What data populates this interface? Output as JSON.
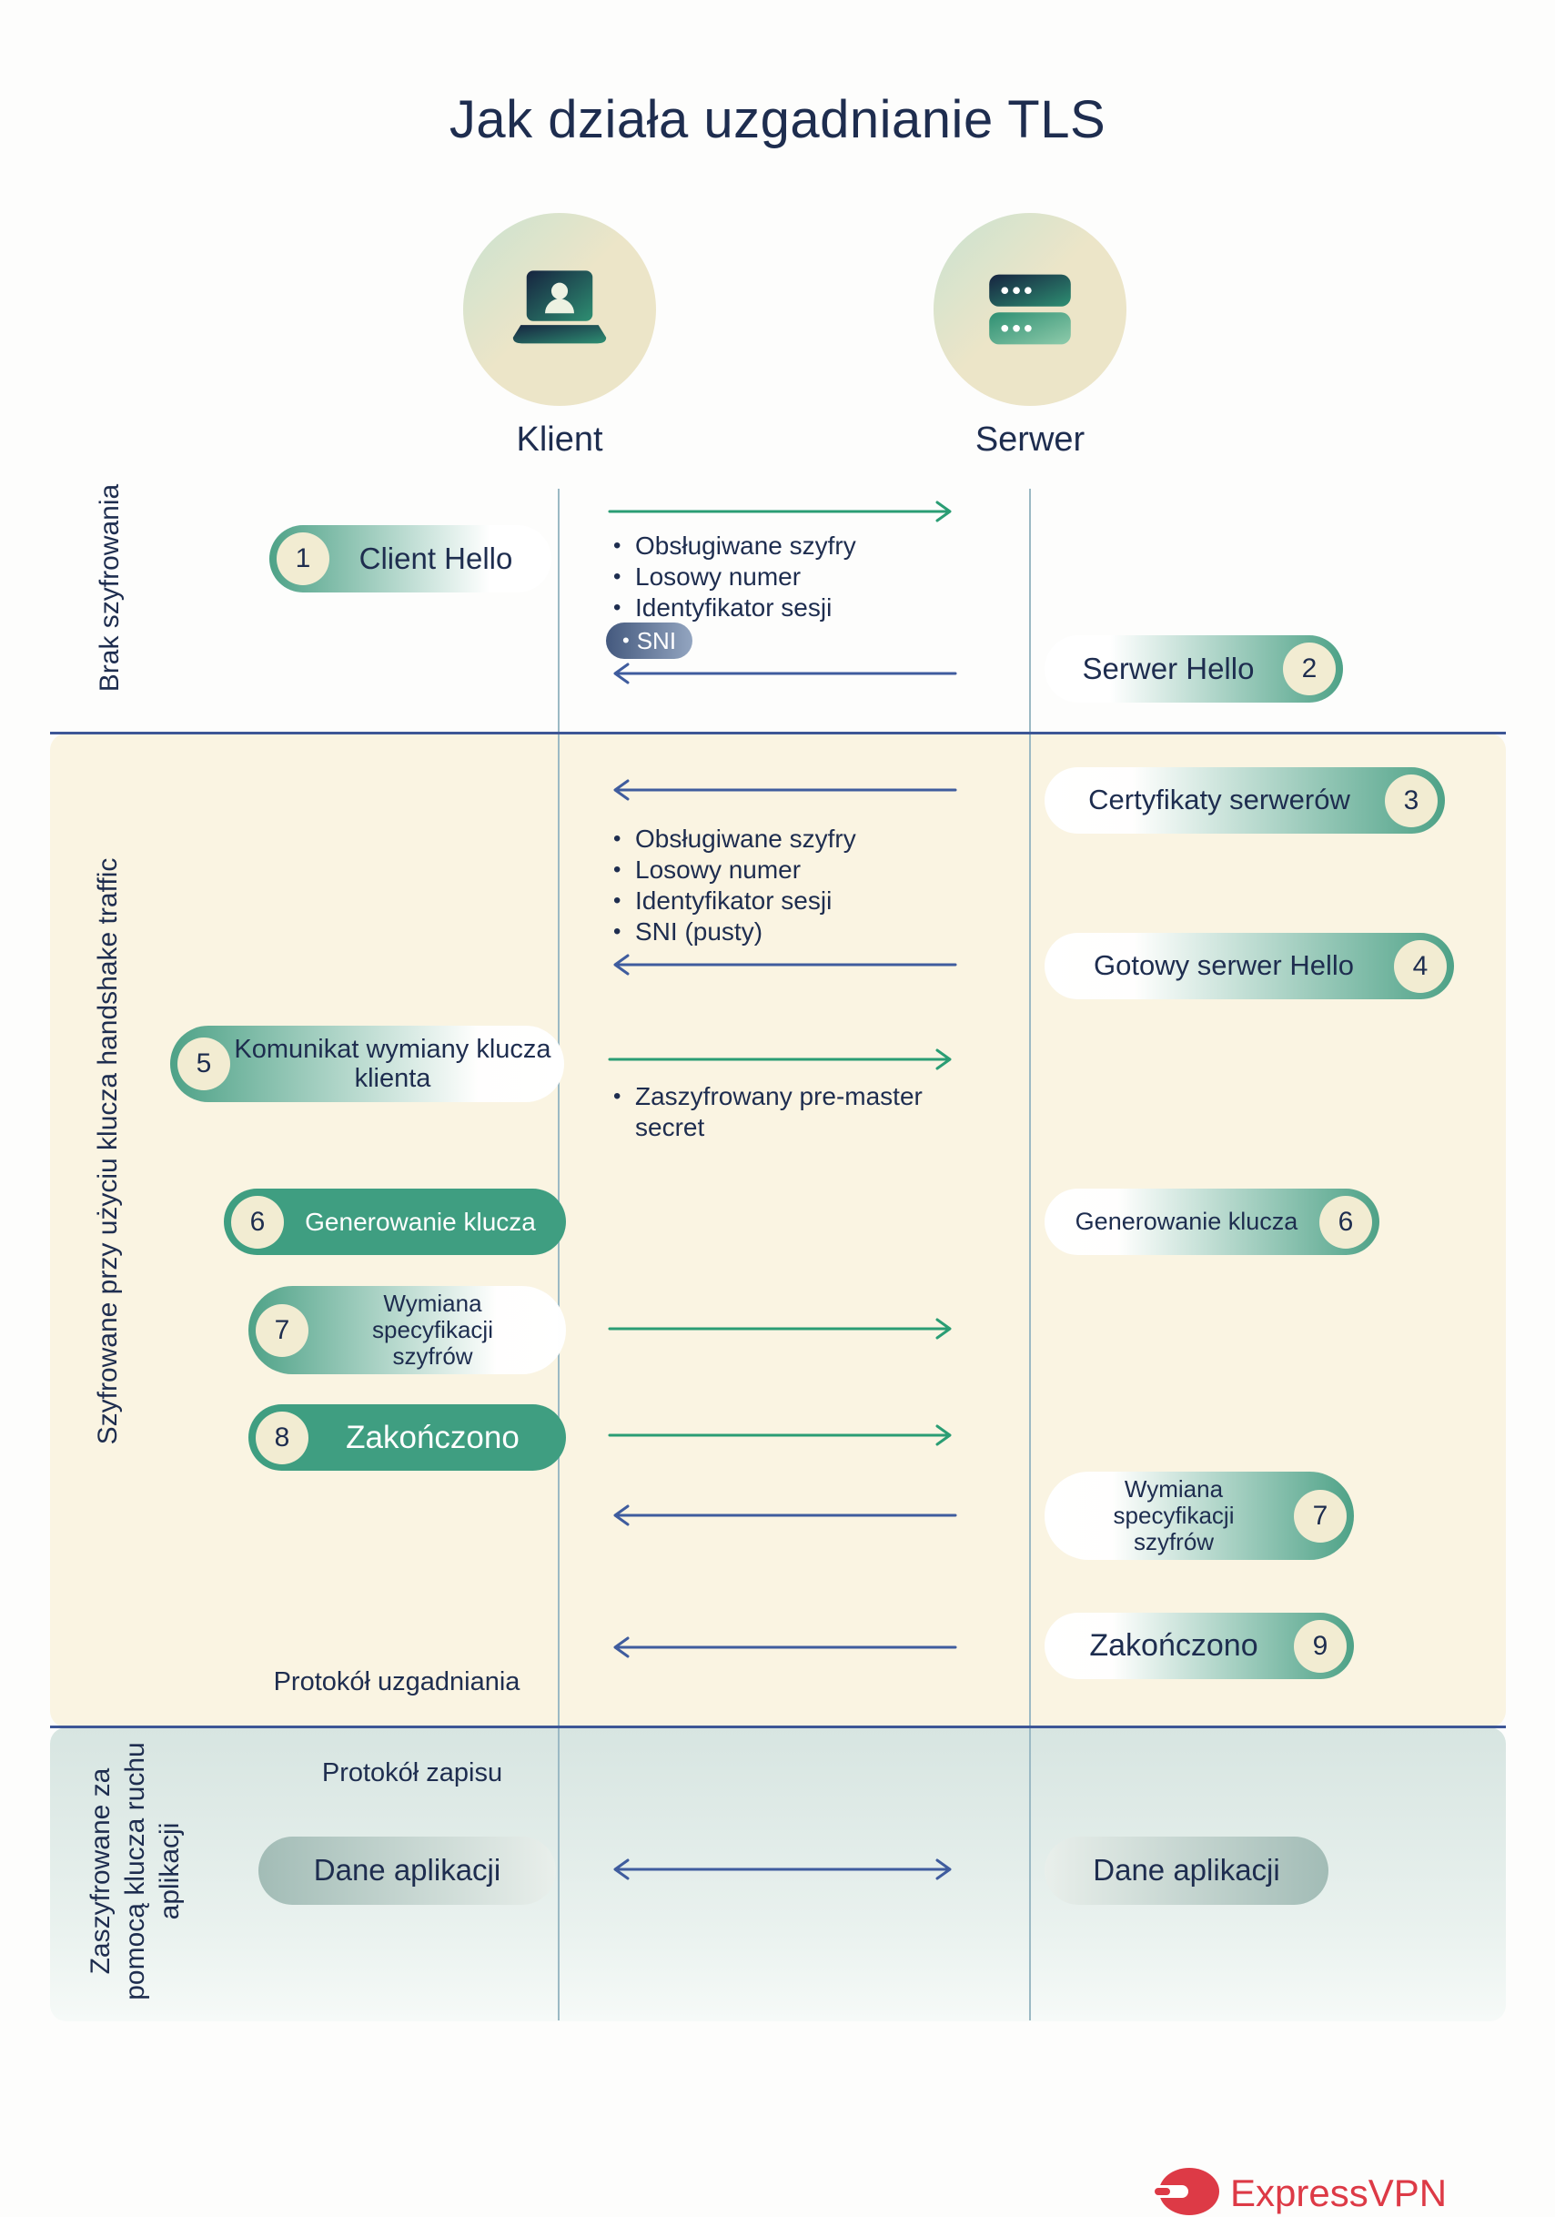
{
  "title": "Jak działa uzgadnianie TLS",
  "actors": {
    "client": "Klient",
    "server": "Serwer"
  },
  "phase_labels": {
    "p1": "Brak szyfrowania",
    "p2": "Szyfrowane przy użyciu klucza handshake traffic",
    "p3": "Zaszyfrowane za pomocą klucza ruchu aplikacji"
  },
  "steps": {
    "s1": {
      "num": "1",
      "label": "Client Hello"
    },
    "s2": {
      "num": "2",
      "label": "Serwer Hello"
    },
    "s3": {
      "num": "3",
      "label": "Certyfikaty serwerów"
    },
    "s4": {
      "num": "4",
      "label": "Gotowy serwer Hello"
    },
    "s5": {
      "num": "5",
      "label": "Komunikat wymiany klucza klienta"
    },
    "s6_client": {
      "num": "6",
      "label": "Generowanie klucza"
    },
    "s6_server": {
      "num": "6",
      "label": "Generowanie klucza"
    },
    "s7_client": {
      "num": "7",
      "label": "Wymiana specyfikacji szyfrów"
    },
    "s8": {
      "num": "8",
      "label": "Zakończono"
    },
    "s7_server": {
      "num": "7",
      "label": "Wymiana specyfikacji szyfrów"
    },
    "s9": {
      "num": "9",
      "label": "Zakończono"
    }
  },
  "client_hello_bullets": [
    "Obsługiwane szyfry",
    "Losowy numer",
    "Identyfikator sesji"
  ],
  "sni_badge": "SNI",
  "server_hello_bullets": [
    "Obsługiwane szyfry",
    "Losowy numer",
    "Identyfikator sesji",
    "SNI (pusty)"
  ],
  "premaster_bullet": "Zaszyfrowany pre-master secret",
  "protocol_labels": {
    "handshake": "Protokół uzgadniania",
    "record": "Protokół zapisu"
  },
  "app_data": {
    "client": "Dane aplikacji",
    "server": "Dane aplikacji"
  },
  "brand": "ExpressVPN",
  "colors": {
    "navy": "#1e2d4f",
    "green_arrow": "#2a9d74",
    "blue_arrow": "#3f5c9e",
    "pill_teal": "#4ea287",
    "solid_pill": "#3f9e81",
    "cream_badge": "#f2ecd2",
    "phase2_bg": "#faf4e2",
    "divider": "#3d5696",
    "lifeline": "#9bb9c4",
    "sni_dark": "#44597e",
    "brand_red": "#dd3a46"
  }
}
